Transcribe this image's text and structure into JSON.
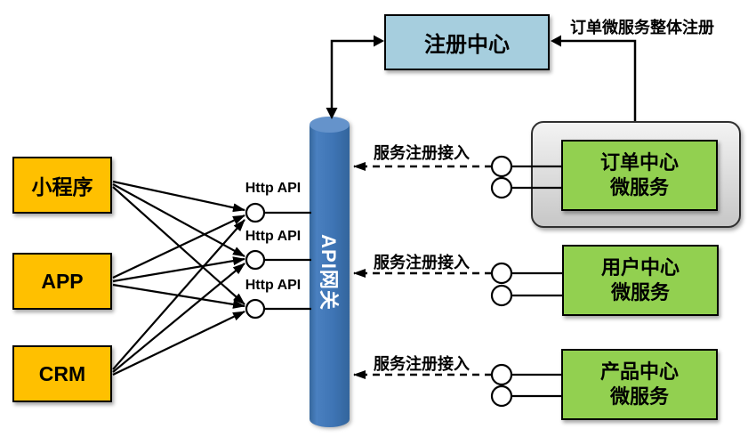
{
  "clients": [
    {
      "label": "小程序"
    },
    {
      "label": "APP"
    },
    {
      "label": "CRM"
    }
  ],
  "gateway": {
    "label": "API网关"
  },
  "registry": {
    "label": "注册中心"
  },
  "services": [
    {
      "label": "订单中心\n微服务"
    },
    {
      "label": "用户中心\n微服务"
    },
    {
      "label": "产品中心\n微服务"
    }
  ],
  "annotations": {
    "order_register": "订单微服务整体注册",
    "http_api": [
      "Http API",
      "Http API",
      "Http API"
    ],
    "service_register": [
      "服务注册接入",
      "服务注册接入",
      "服务注册接入"
    ]
  },
  "colors": {
    "client_fill": "#FFC000",
    "service_fill": "#92D050",
    "registry_fill": "#A6CEDE",
    "gateway_fill": "#3E74B4",
    "gateway_top_fill": "#6593CB",
    "container_fill_top": "#F3F3F3",
    "container_fill_bottom": "#C7C7C7",
    "line_color": "#000000"
  }
}
